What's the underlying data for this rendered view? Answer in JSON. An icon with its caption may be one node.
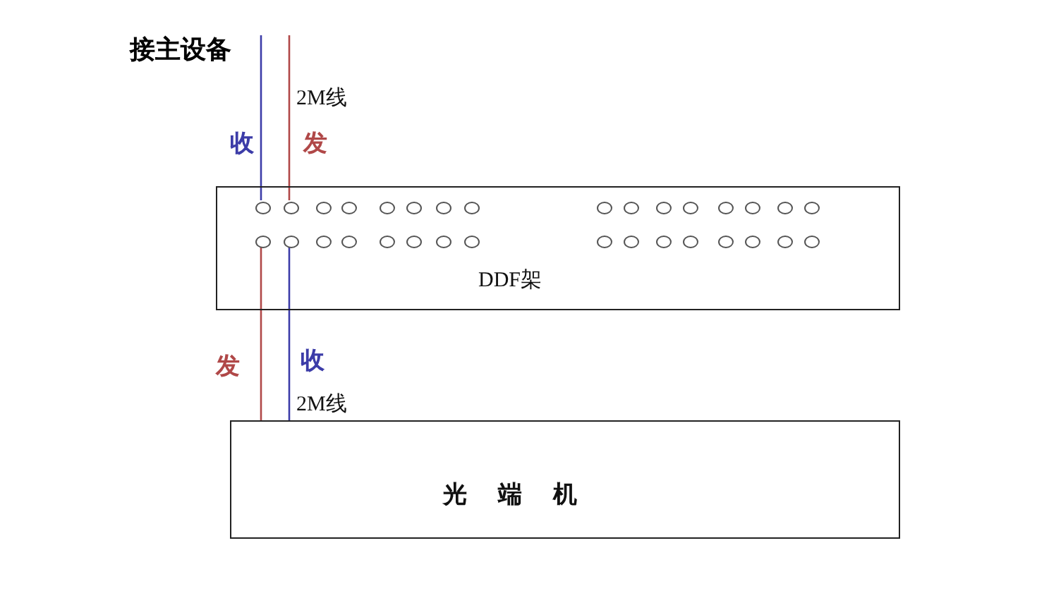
{
  "diagram": {
    "nodes": [
      {
        "text": [
          "接主设备"
        ]
      },
      {
        "text": [
          "DDF架"
        ]
      },
      {
        "text": [],
        "shape": "circle",
        "in": 1
      },
      {
        "text": [],
        "shape": "circle",
        "in": 1
      },
      {
        "text": [],
        "shape": "circle",
        "in": 1
      },
      {
        "text": [],
        "shape": "circle",
        "in": 1
      },
      {
        "text": [],
        "shape": "circle",
        "in": 1
      },
      {
        "text": [],
        "shape": "circle",
        "in": 1
      },
      {
        "text": [],
        "shape": "circle",
        "in": 1
      },
      {
        "text": [],
        "shape": "circle",
        "in": 1
      },
      {
        "text": [],
        "shape": "circle",
        "in": 1
      },
      {
        "text": [],
        "shape": "circle",
        "in": 1
      },
      {
        "text": [],
        "shape": "circle",
        "in": 1
      },
      {
        "text": [],
        "shape": "circle",
        "in": 1
      },
      {
        "text": [],
        "shape": "circle",
        "in": 1
      },
      {
        "text": [],
        "shape": "circle",
        "in": 1
      },
      {
        "text": [],
        "shape": "circle",
        "in": 1
      },
      {
        "text": [],
        "shape": "circle",
        "in": 1
      },
      {
        "text": [],
        "shape": "circle",
        "in": 1
      },
      {
        "text": [],
        "shape": "circle",
        "in": 1
      },
      {
        "text": [],
        "shape": "circle",
        "in": 1
      },
      {
        "text": [],
        "shape": "circle",
        "in": 1
      },
      {
        "text": [],
        "shape": "circle",
        "in": 1
      },
      {
        "text": [],
        "shape": "circle",
        "in": 1
      },
      {
        "text": [],
        "shape": "circle",
        "in": 1
      },
      {
        "text": [],
        "shape": "circle",
        "in": 1
      },
      {
        "text": [],
        "shape": "circle",
        "in": 1
      },
      {
        "text": [],
        "shape": "circle",
        "in": 1
      },
      {
        "text": [],
        "shape": "circle",
        "in": 1
      },
      {
        "text": [],
        "shape": "circle",
        "in": 1
      },
      {
        "text": [],
        "shape": "circle",
        "in": 1
      },
      {
        "text": [],
        "shape": "circle",
        "in": 1
      },
      {
        "text": [],
        "shape": "circle",
        "in": 1
      },
      {
        "text": [],
        "shape": "circle",
        "in": 1
      },
      {
        "text": [
          "光端机"
        ]
      }
    ],
    "edges": [
      {
        "from": 0,
        "to": 2,
        "arrow": "none",
        "label": "收",
        "color": "#3c3ca8"
      },
      {
        "from": 0,
        "to": 3,
        "arrow": "none",
        "label": "发",
        "color": "#b04848"
      },
      {
        "from": 18,
        "to": 34,
        "arrow": "none",
        "label": "发",
        "color": "#b04848"
      },
      {
        "from": 19,
        "to": 34,
        "arrow": "none",
        "label": "收",
        "color": "#3c3ca8"
      }
    ],
    "labels": [
      "2M线",
      "2M线"
    ]
  }
}
